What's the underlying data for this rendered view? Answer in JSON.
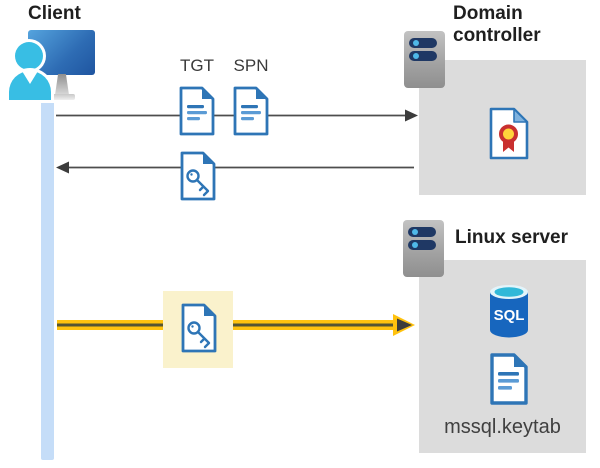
{
  "client": {
    "label": "Client"
  },
  "flows": {
    "request": {
      "tgt_label": "TGT",
      "spn_label": "SPN"
    },
    "response": {
      "icon": "key-ticket-document-icon"
    },
    "auth": {
      "icon": "key-ticket-document-icon",
      "style": "highlighted-yellow"
    }
  },
  "domain_controller": {
    "label": "Domain controller",
    "icon": "server-icon",
    "content_icon": "certificate-icon"
  },
  "linux_server": {
    "label": "Linux server",
    "icon": "server-icon",
    "sql_badge": "SQL",
    "keytab_label": "mssql.keytab"
  },
  "icons": {
    "client": "user-workstation-icon",
    "server": "server-icon",
    "ticket": "document-icon",
    "key_ticket": "key-document-icon",
    "certificate": "certificate-icon",
    "database": "sql-database-icon",
    "keytab_file": "document-icon"
  },
  "colors": {
    "doc_border_blue": "#2e75b6",
    "doc_line_blue": "#5b9bd5",
    "lifeline_blue": "#c5ddf8",
    "box_gray": "#dcdcdc",
    "arrow_gray": "#4d4d4d",
    "highlight_yellow": "#faf2cc",
    "arrow_yellow": "#ffc20e",
    "arrow_core_olive": "#555533",
    "sql_blue": "#1766be",
    "sql_top_cyan": "#31b8d8",
    "person_cyan": "#38bee4",
    "server_pill_navy": "#1f3864",
    "cert_red": "#c9302f",
    "cert_yellow": "#ffd43b",
    "title_text": "#1f1f1f"
  }
}
